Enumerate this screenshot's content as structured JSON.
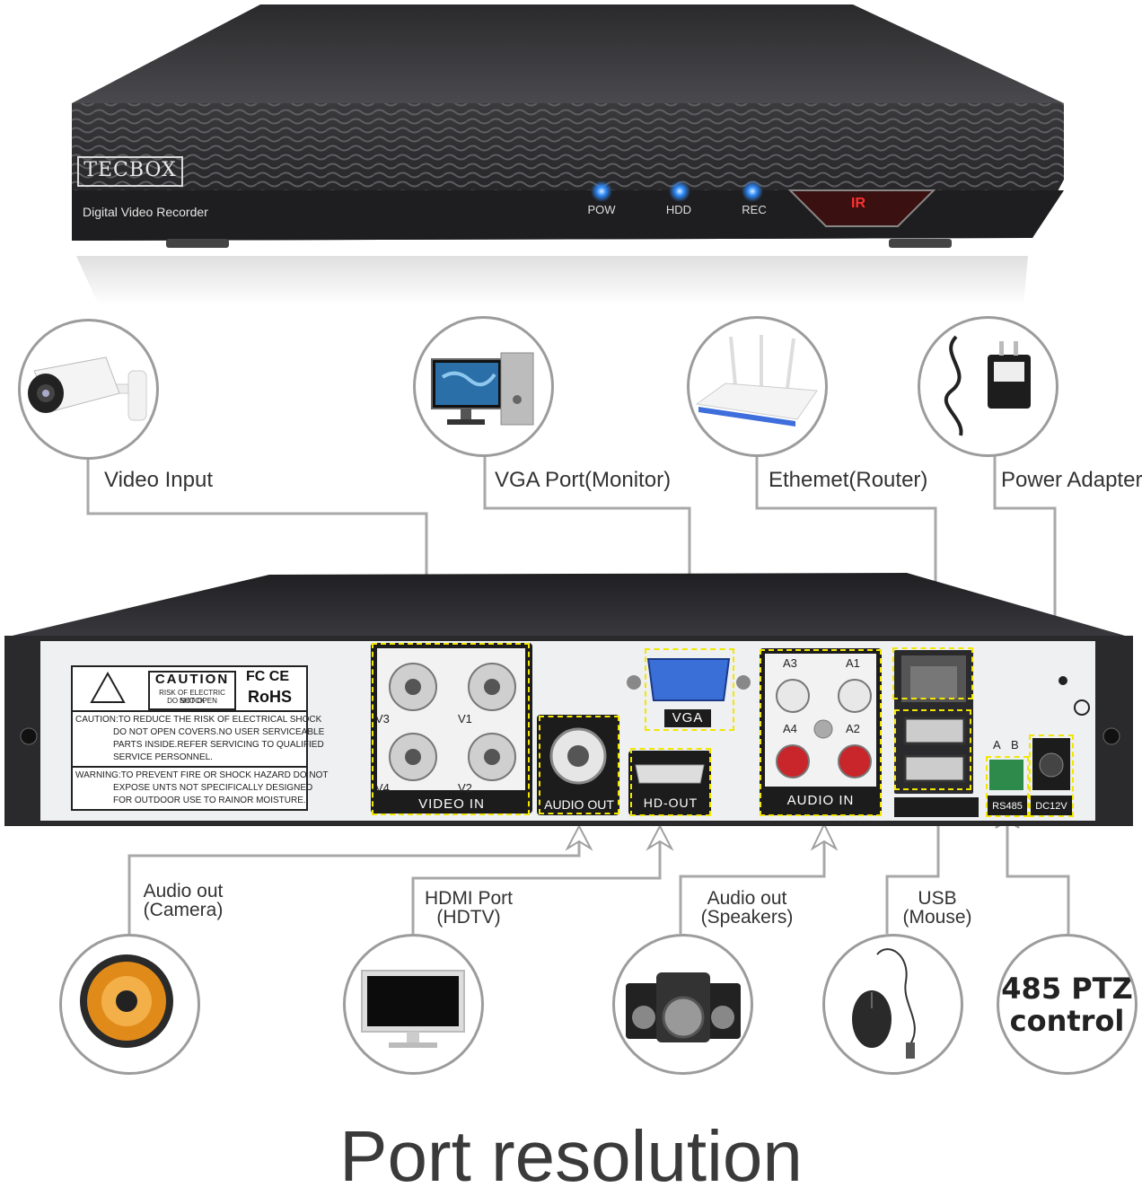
{
  "front": {
    "brand": "TECBOX",
    "model": "Digital Video Recorder",
    "led_pow": "POW",
    "led_hdd": "HDD",
    "led_rec": "REC",
    "ir": "IR",
    "led_color": "#2f8cff"
  },
  "callouts_top": {
    "video_input": "Video Input",
    "vga": "VGA Port(Monitor)",
    "ethernet": "Ethemet(Router)",
    "power": "Power Adapter"
  },
  "callouts_bottom": {
    "audio_cam_1": "Audio out",
    "audio_cam_2": "(Camera)",
    "hdmi_1": "HDMI Port",
    "hdmi_2": "(HDTV)",
    "speakers_1": "Audio out",
    "speakers_2": "(Speakers)",
    "usb_1": "USB",
    "usb_2": "(Mouse)",
    "ptz_1": "485 PTZ",
    "ptz_2": "control"
  },
  "rear": {
    "caution_title": "CAUTION",
    "caution_sub1": "RISK OF ELECTRIC SHOCK",
    "caution_sub2": "DO NOT OPEN",
    "fc_ce": "FC CE",
    "rohs": "RoHS",
    "caution_1": "CAUTION:TO REDUCE THE RISK OF ELECTRICAL SHOCK",
    "caution_2": "DO NOT OPEN COVERS.NO USER SERVICEABLE",
    "caution_3": "PARTS INSIDE.REFER SERVICING TO QUALIFIED",
    "caution_4": "SERVICE PERSONNEL.",
    "warning_1": "WARNING:TO PREVENT FIRE OR SHOCK HAZARD DO NOT",
    "warning_2": "EXPOSE UNTS NOT SPECIFICALLY DESIGNED",
    "warning_3": "FOR OUTDOOR USE TO RAINOR MOISTURE.",
    "v1": "V1",
    "v2": "V2",
    "v3": "V3",
    "v4": "V4",
    "video_in": "VIDEO IN",
    "audio_out": "AUDIO OUT",
    "vga": "VGA",
    "hd_out": "HD-OUT",
    "a1": "A1",
    "a2": "A2",
    "a3": "A3",
    "a4": "A4",
    "audio_in": "AUDIO IN",
    "rs485_a": "A",
    "rs485_b": "B",
    "rs485": "RS485",
    "dc12v": "DC12V",
    "highlight_color": "#f2e600"
  },
  "title": "Port resolution"
}
